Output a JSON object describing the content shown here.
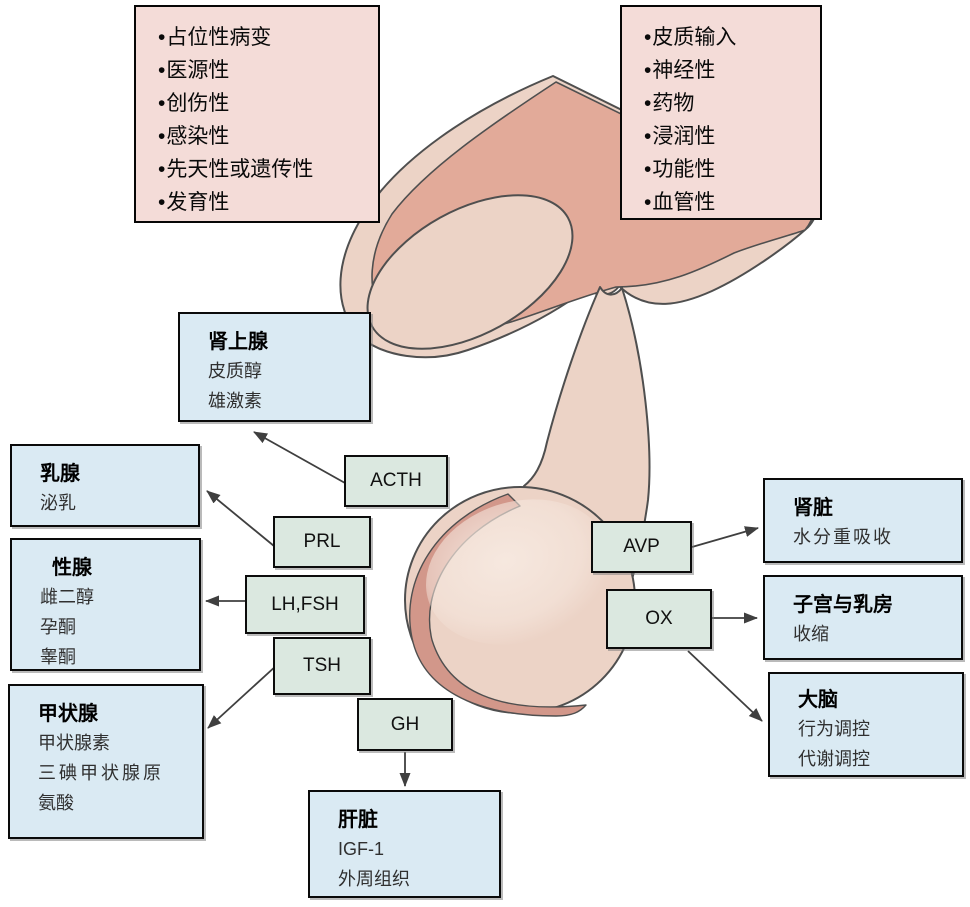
{
  "diagram": {
    "etiology_left": {
      "items": [
        "占位性病变",
        "医源性",
        "创伤性",
        "感染性",
        "先天性或遗传性",
        "发育性"
      ]
    },
    "etiology_right": {
      "items": [
        "皮质输入",
        "神经性",
        "药物",
        "浸润性",
        "功能性",
        "血管性"
      ]
    },
    "anterior_hormones": {
      "acth": "ACTH",
      "prl": "PRL",
      "lh_fsh": "LH,FSH",
      "tsh": "TSH",
      "gh": "GH"
    },
    "posterior_hormones": {
      "avp": "AVP",
      "ox": "OX"
    },
    "targets": {
      "adrenal": {
        "title": "肾上腺",
        "lines": [
          "皮质醇",
          "雄激素"
        ]
      },
      "mammary": {
        "title": "乳腺",
        "lines": [
          "泌乳"
        ]
      },
      "gonad": {
        "title": "性腺",
        "lines": [
          "雌二醇",
          "孕酮",
          "睾酮"
        ]
      },
      "thyroid": {
        "title": "甲状腺",
        "lines": [
          "甲状腺素",
          "三碘甲状腺原",
          "氨酸"
        ]
      },
      "liver": {
        "title": "肝脏",
        "lines": [
          "IGF-1",
          "外周组织"
        ]
      },
      "kidney": {
        "title": "肾脏",
        "lines": [
          "水分重吸收"
        ]
      },
      "uterus_breast": {
        "title": "子宫与乳房",
        "lines": [
          "收缩"
        ]
      },
      "brain": {
        "title": "大脑",
        "lines": [
          "行为调控",
          "代谢调控"
        ]
      }
    },
    "colors": {
      "etiology_box": "#f4dcd8",
      "target_box": "#daeaf3",
      "hormone_box": "#dbe8e0",
      "anatomy_light": "#ecd3c6",
      "anatomy_dark": "#e2aa99",
      "anatomy_crescent": "#d2978a",
      "outline": "#4f4f4f",
      "arrow": "#3f3f3f"
    }
  }
}
